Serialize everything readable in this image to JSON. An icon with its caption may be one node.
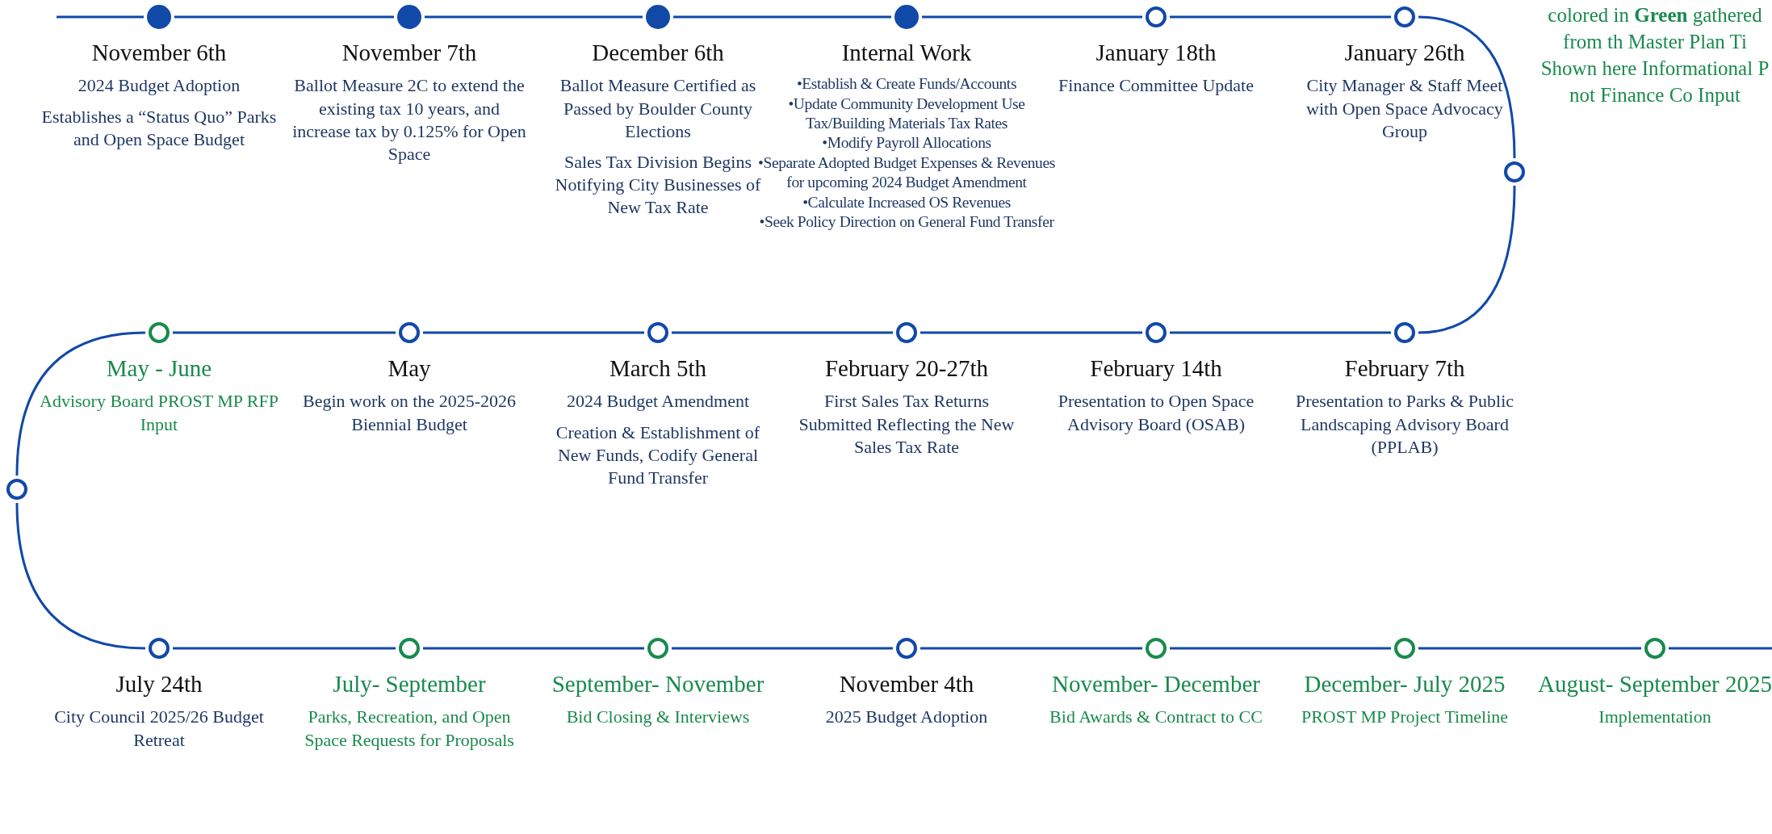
{
  "diagram": {
    "nodes": [
      {
        "text": [],
        "shape": "circle",
        "beside": [
          "November 6th",
          "2024 Budget Adoption",
          "Establishes a “Status Quo” Parks and Open Space Budget"
        ]
      },
      {
        "text": [],
        "shape": "circle",
        "beside": [
          "November 7th",
          "Ballot Measure 2C to extend the existing tax 10 years, and increase tax by 0.125% for Open Space"
        ]
      },
      {
        "text": [],
        "shape": "circle",
        "beside": [
          "December 6th",
          "Ballot Measure Certified as Passed by Boulder County Elections",
          "Sales Tax Division Begins Notifying City Businesses of New Tax Rate"
        ]
      },
      {
        "text": [],
        "shape": "circle",
        "beside": [
          "Internal Work",
          "•Establish & Create Funds/Accounts",
          "•Update Community Development Use Tax/Building Materials Tax Rates",
          "•Modify Payroll Allocations",
          "•Separate Adopted Budget Expenses & Revenues for upcoming 2024 Budget Amendment",
          "•Calculate Increased OS Revenues",
          "•Seek Policy Direction on General Fund Transfer"
        ]
      },
      {
        "text": [],
        "shape": "circle",
        "beside": [
          "January 18th",
          "Finance Committee Update"
        ]
      },
      {
        "text": [],
        "shape": "circle",
        "beside": [
          "January 26th",
          "City Manager & Staff Meet with Open Space Advocacy Group"
        ]
      },
      {
        "text": [],
        "shape": "circle"
      },
      {
        "text": [],
        "shape": "circle",
        "beside": [
          "February 7th",
          "Presentation to Parks & Public Landscaping Advisory Board (PPLAB)"
        ]
      },
      {
        "text": [],
        "shape": "circle",
        "beside": [
          "February 14th",
          "Presentation to Open Space Advisory Board (OSAB)"
        ]
      },
      {
        "text": [],
        "shape": "circle",
        "beside": [
          "February 20-27th",
          "First Sales Tax Returns Submitted Reflecting the New Sales Tax Rate"
        ]
      },
      {
        "text": [],
        "shape": "circle",
        "beside": [
          "March 5th",
          "2024 Budget Amendment",
          "Creation & Establishment of New Funds, Codify General Fund Transfer"
        ]
      },
      {
        "text": [],
        "shape": "circle",
        "beside": [
          "May",
          "Begin work on the 2025-2026 Biennial Budget"
        ]
      },
      {
        "text": [],
        "shape": "circle",
        "beside": [
          "May - June",
          "Advisory Board PROST MP RFP Input"
        ]
      },
      {
        "text": [],
        "shape": "circle"
      },
      {
        "text": [],
        "shape": "circle",
        "beside": [
          "July 24th",
          "City Council 2025/26 Budget Retreat"
        ]
      },
      {
        "text": [],
        "shape": "circle",
        "beside": [
          "July- September",
          "Parks, Recreation, and Open Space Requests for Proposals"
        ]
      },
      {
        "text": [],
        "shape": "circle",
        "beside": [
          "September- November",
          "Bid Closing & Interviews"
        ]
      },
      {
        "text": [],
        "shape": "circle",
        "beside": [
          "November 4th",
          "2025 Budget Adoption"
        ]
      },
      {
        "text": [],
        "shape": "circle",
        "beside": [
          "November- December",
          "Bid Awards & Contract to CC"
        ]
      },
      {
        "text": [],
        "shape": "circle",
        "beside": [
          "December- July 2025",
          "PROST MP Project Timeline"
        ]
      },
      {
        "text": [],
        "shape": "circle",
        "beside": [
          "August- September 2025",
          "Implementation"
        ]
      }
    ],
    "edges": [
      {
        "from": null,
        "to": 0,
        "arrow": "none"
      },
      {
        "from": 0,
        "to": 1,
        "arrow": "none"
      },
      {
        "from": 1,
        "to": 2,
        "arrow": "none"
      },
      {
        "from": 2,
        "to": 3,
        "arrow": "none"
      },
      {
        "from": 3,
        "to": 4,
        "arrow": "none"
      },
      {
        "from": 4,
        "to": 5,
        "arrow": "none"
      },
      {
        "from": 5,
        "to": 6,
        "arrow": "none"
      },
      {
        "from": 6,
        "to": 7,
        "arrow": "none"
      },
      {
        "from": 7,
        "to": 8,
        "arrow": "none"
      },
      {
        "from": 8,
        "to": 9,
        "arrow": "none"
      },
      {
        "from": 9,
        "to": 10,
        "arrow": "none"
      },
      {
        "from": 10,
        "to": 11,
        "arrow": "none"
      },
      {
        "from": 11,
        "to": 12,
        "arrow": "none"
      },
      {
        "from": 12,
        "to": 13,
        "arrow": "none"
      },
      {
        "from": 13,
        "to": 14,
        "arrow": "none"
      },
      {
        "from": 14,
        "to": 15,
        "arrow": "none"
      },
      {
        "from": 15,
        "to": 16,
        "arrow": "none"
      },
      {
        "from": 16,
        "to": 17,
        "arrow": "none"
      },
      {
        "from": 17,
        "to": 18,
        "arrow": "none"
      },
      {
        "from": 18,
        "to": 19,
        "arrow": "none"
      },
      {
        "from": 19,
        "to": 20,
        "arrow": "none"
      },
      {
        "from": 20,
        "to": null,
        "arrow": "none"
      }
    ],
    "labels": [
      "colored in **Green** gathered from th Master Plan Ti Shown here Informational P not Finance Co Input"
    ]
  }
}
